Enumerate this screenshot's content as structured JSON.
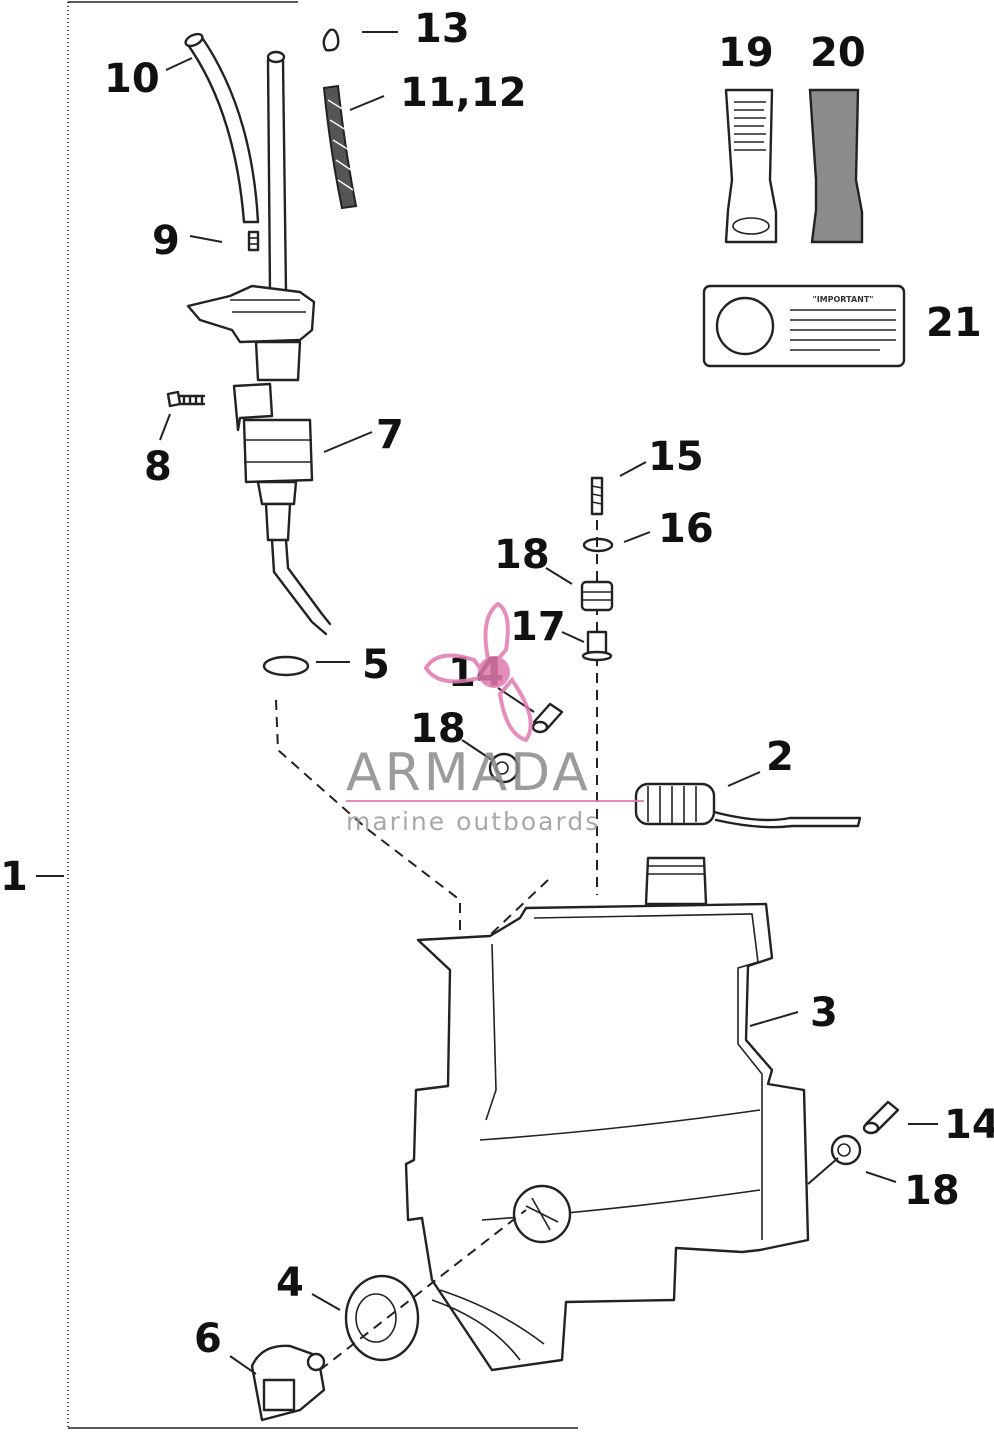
{
  "callouts": {
    "c1": "1",
    "c2": "2",
    "c3": "3",
    "c4": "4",
    "c5": "5",
    "c6": "6",
    "c7": "7",
    "c8": "8",
    "c9": "9",
    "c10": "10",
    "c11_12": "11,12",
    "c13": "13",
    "c14_upper": "14",
    "c14_right": "14",
    "c15": "15",
    "c16": "16",
    "c17": "17",
    "c18_upper": "18",
    "c18_middle": "18",
    "c18_right": "18",
    "c19": "19",
    "c20": "20",
    "c21": "21"
  },
  "decal": {
    "heading": "\"IMPORTANT\""
  },
  "watermark": {
    "brand": "ARMADA",
    "tagline": "marine outboards",
    "logo_icon": "propeller-logo-icon",
    "accent_color": "#e07ab0"
  },
  "colors": {
    "line": "#222222",
    "background": "#ffffff"
  }
}
